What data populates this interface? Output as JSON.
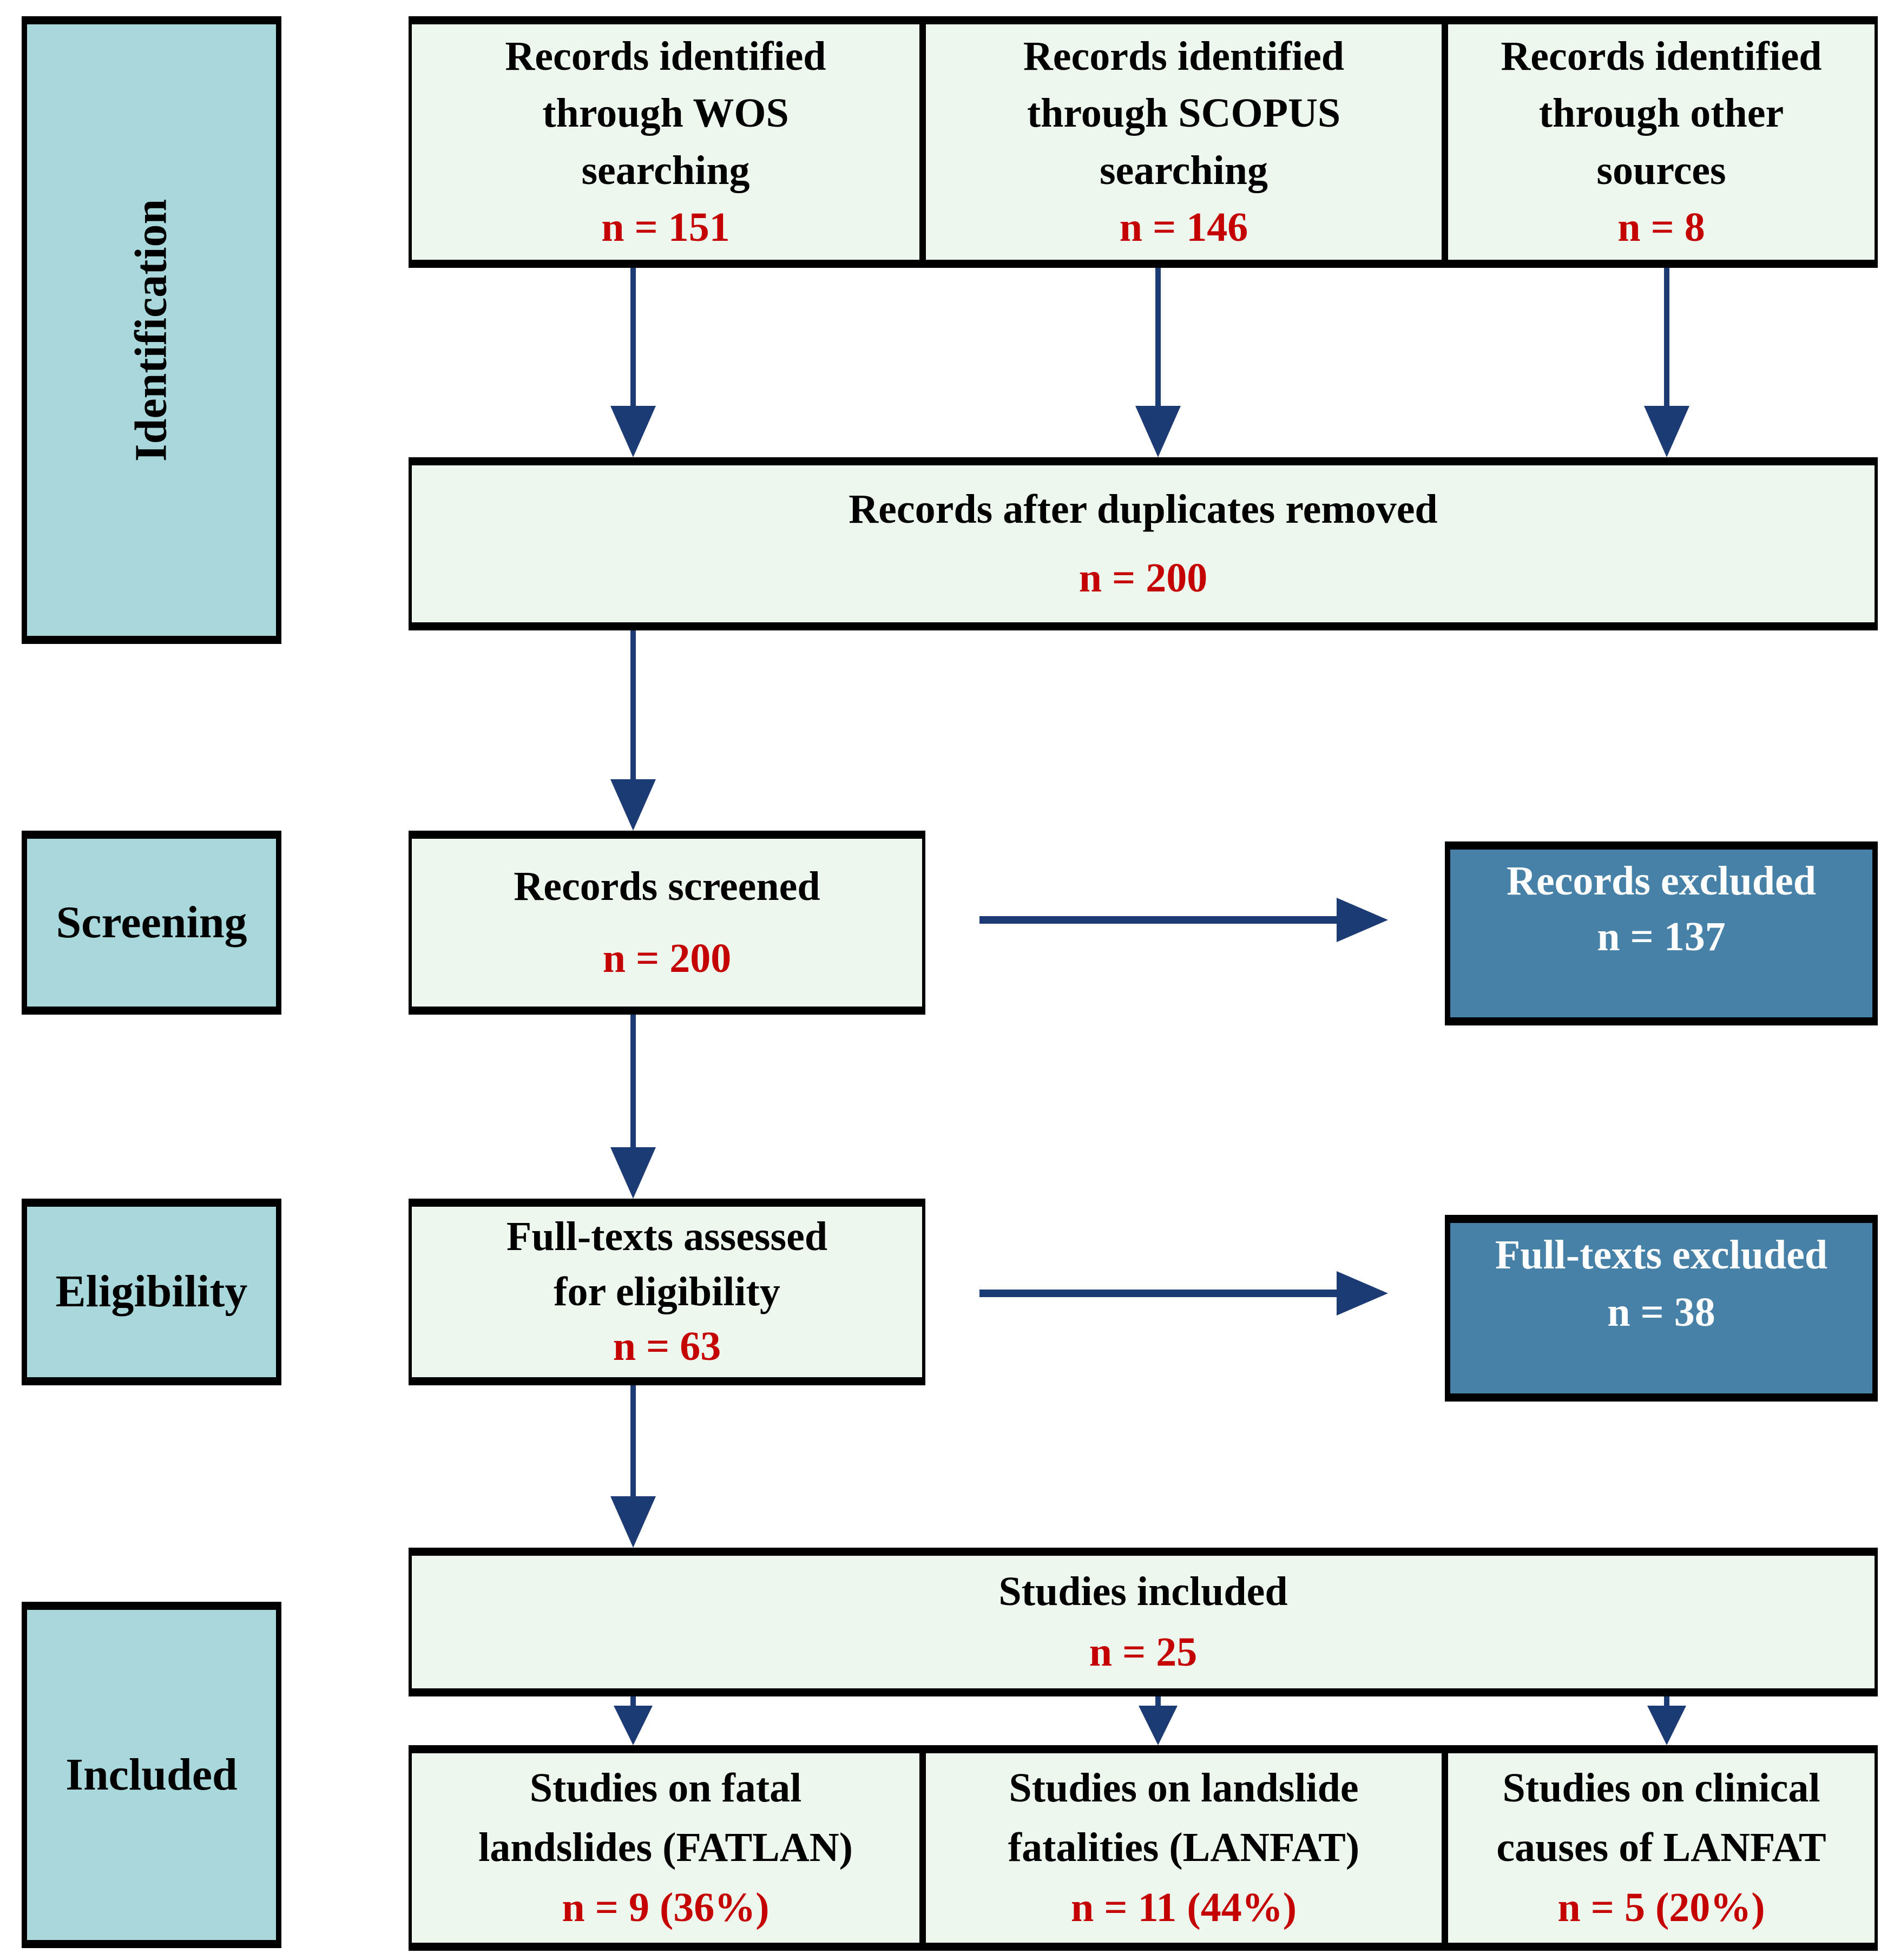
{
  "stages": [
    {
      "label": "Identification"
    },
    {
      "label": "Screening"
    },
    {
      "label": "Eligibility"
    },
    {
      "label": "Included"
    }
  ],
  "boxes": {
    "wos": {
      "lines": [
        "Records identified",
        "through WOS",
        "searching"
      ],
      "n": "n = 151"
    },
    "scopus": {
      "lines": [
        "Records identified",
        "through SCOPUS",
        "searching"
      ],
      "n": "n = 146"
    },
    "other": {
      "lines": [
        "Records identified",
        "through other",
        "sources"
      ],
      "n": "n = 8"
    },
    "duplicates": {
      "lines": [
        "Records after duplicates removed"
      ],
      "n": "n = 200"
    },
    "screened": {
      "lines": [
        "Records screened"
      ],
      "n": "n = 200"
    },
    "records_excluded": {
      "lines": [
        "Records excluded"
      ],
      "n": "n = 137"
    },
    "fulltext": {
      "lines": [
        "Full-texts assessed",
        "for eligibility"
      ],
      "n": "n = 63"
    },
    "fulltext_excluded": {
      "lines": [
        "Full-texts excluded"
      ],
      "n": "n = 38"
    },
    "included": {
      "lines": [
        "Studies included"
      ],
      "n": "n = 25"
    },
    "fatlan": {
      "lines": [
        "Studies on fatal",
        "landslides (FATLAN)"
      ],
      "n": "n = 9 (36%)"
    },
    "lanfat": {
      "lines": [
        "Studies on landslide",
        "fatalities (LANFAT)"
      ],
      "n": "n = 11 (44%)"
    },
    "clinical": {
      "lines": [
        "Studies on clinical",
        "causes of LANFAT"
      ],
      "n": "n = 5 (20%)"
    }
  },
  "colors": {
    "box_green": "#eef7ee",
    "label_blue": "#a8d8db",
    "excluded_blue": "#4781a7",
    "n_red": "#c40000",
    "arrow_navy": "#1c3a73",
    "border_black": "#000000"
  }
}
